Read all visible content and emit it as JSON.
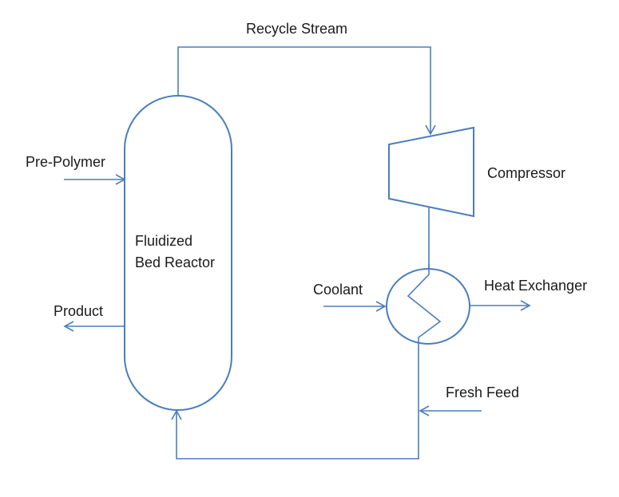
{
  "labels": {
    "recycle_stream": "Recycle Stream",
    "pre_polymer": "Pre-Polymer",
    "reactor_line1": "Fluidized",
    "reactor_line2": "Bed Reactor",
    "product": "Product",
    "compressor": "Compressor",
    "coolant": "Coolant",
    "heat_exchanger": "Heat Exchanger",
    "fresh_feed": "Fresh Feed"
  },
  "colors": {
    "line": "#4a7ebb",
    "text": "#1a1a1a",
    "background": "#ffffff"
  }
}
